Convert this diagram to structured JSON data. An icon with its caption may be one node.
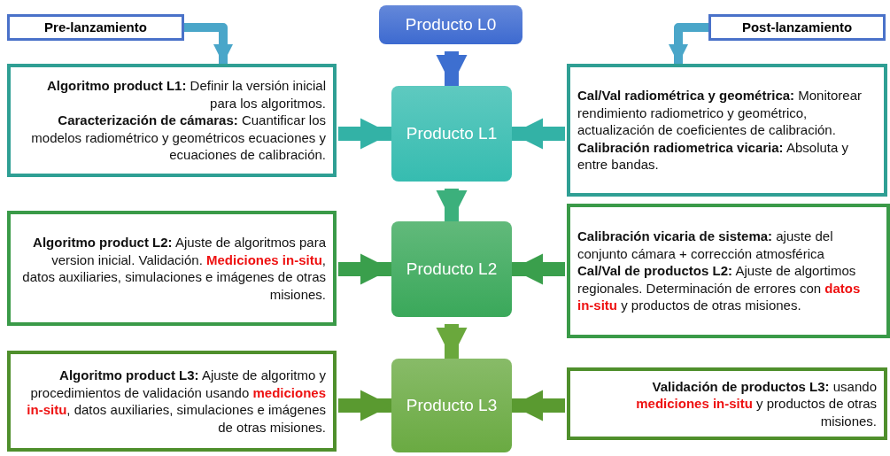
{
  "diagram": {
    "nodes": [
      {
        "text": [
          "Pre-lanzamiento"
        ]
      },
      {
        "text": [
          "Producto L0"
        ]
      },
      {
        "text": [
          "Post-lanzamiento"
        ]
      },
      {
        "text": [
          "**Algoritmo product L1:** Definir la versión inicial para los algoritmos.",
          "**Caracterización de cámaras:** Cuantificar los modelos radiométrico y geométricos ecuaciones y ecuaciones de calibración."
        ]
      },
      {
        "text": [
          "Producto L1"
        ]
      },
      {
        "text": [
          "**Cal/Val radiométrica y geométrica:** Monitorear rendimiento radiometrico y geométrico, actualización de coeficientes de calibración.",
          "**Calibración radiometrica vicaria:** Absoluta y entre bandas."
        ]
      },
      {
        "text": [
          "**Algoritmo product L2:** Ajuste de algoritmos para version inicial. Validación. *Mediciones in-situ*, datos auxiliaries, simulaciones e imágenes de otras misiones."
        ]
      },
      {
        "text": [
          "Producto L2"
        ]
      },
      {
        "text": [
          "**Calibración vicaria de sistema:** ajuste del conjunto cámara + corrección atmosférica",
          "**Cal/Val de productos L2:** Ajuste de algortimos regionales. Determinación de errores con *datos in-situ* y productos de otras misiones."
        ]
      },
      {
        "text": [
          "**Algoritmo product L3:** Ajuste de algoritmo y procedimientos de validación usando *mediciones in-situ*, datos auxiliaries, simulaciones e imágenes de otras misiones."
        ]
      },
      {
        "text": [
          "Producto L3"
        ]
      },
      {
        "text": [
          "**Validación de productos L3:** usando *mediciones in-situ* y productos de otras misiones."
        ]
      }
    ],
    "edges": [
      {
        "from": 0,
        "to": 3,
        "arrow": "to",
        "color": "#4aa6c9"
      },
      {
        "from": 2,
        "to": 5,
        "arrow": "to",
        "color": "#4aa6c9"
      },
      {
        "from": 1,
        "to": 4,
        "arrow": "to",
        "color": "#3d6fd0"
      },
      {
        "from": 3,
        "to": 4,
        "arrow": "to",
        "color": "#33b2a6"
      },
      {
        "from": 5,
        "to": 4,
        "arrow": "to",
        "color": "#33b2a6"
      },
      {
        "from": 4,
        "to": 7,
        "arrow": "to",
        "color": "#3cb07c"
      },
      {
        "from": 6,
        "to": 7,
        "arrow": "to",
        "color": "#3a9f4c"
      },
      {
        "from": 8,
        "to": 7,
        "arrow": "to",
        "color": "#3a9f4c"
      },
      {
        "from": 7,
        "to": 10,
        "arrow": "to",
        "color": "#6aa83c"
      },
      {
        "from": 9,
        "to": 10,
        "arrow": "to",
        "color": "#5a9a30"
      },
      {
        "from": 11,
        "to": 10,
        "arrow": "to",
        "color": "#5a9a30"
      }
    ]
  }
}
